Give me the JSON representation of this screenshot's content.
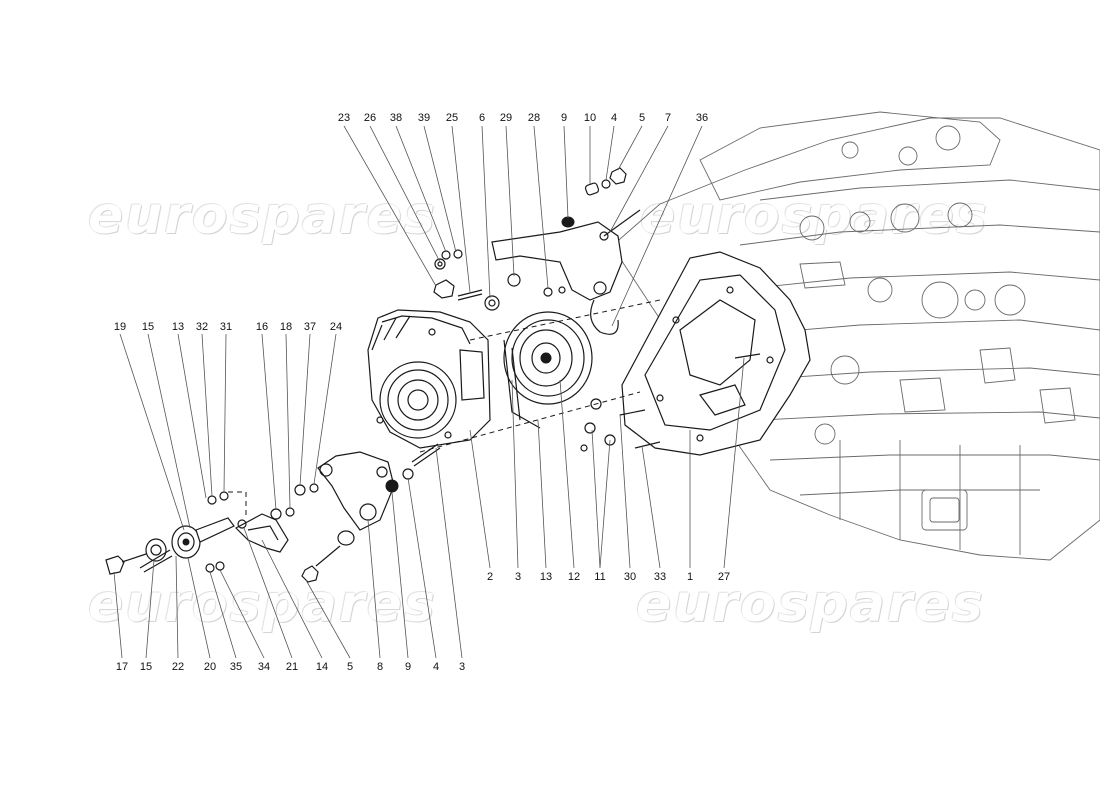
{
  "watermark": "eurospares",
  "callouts_top": [
    "23",
    "26",
    "38",
    "39",
    "25",
    "6",
    "29",
    "28",
    "9",
    "10",
    "4",
    "5",
    "7",
    "36"
  ],
  "callouts_left": [
    "19",
    "15",
    "13",
    "32",
    "31",
    "16",
    "18",
    "37",
    "24"
  ],
  "callouts_bottom": [
    "17",
    "15",
    "22",
    "20",
    "35",
    "34",
    "21",
    "14",
    "5",
    "8",
    "9",
    "4",
    "3",
    "2",
    "3",
    "13",
    "12",
    "11",
    "30",
    "33",
    "1",
    "27"
  ]
}
